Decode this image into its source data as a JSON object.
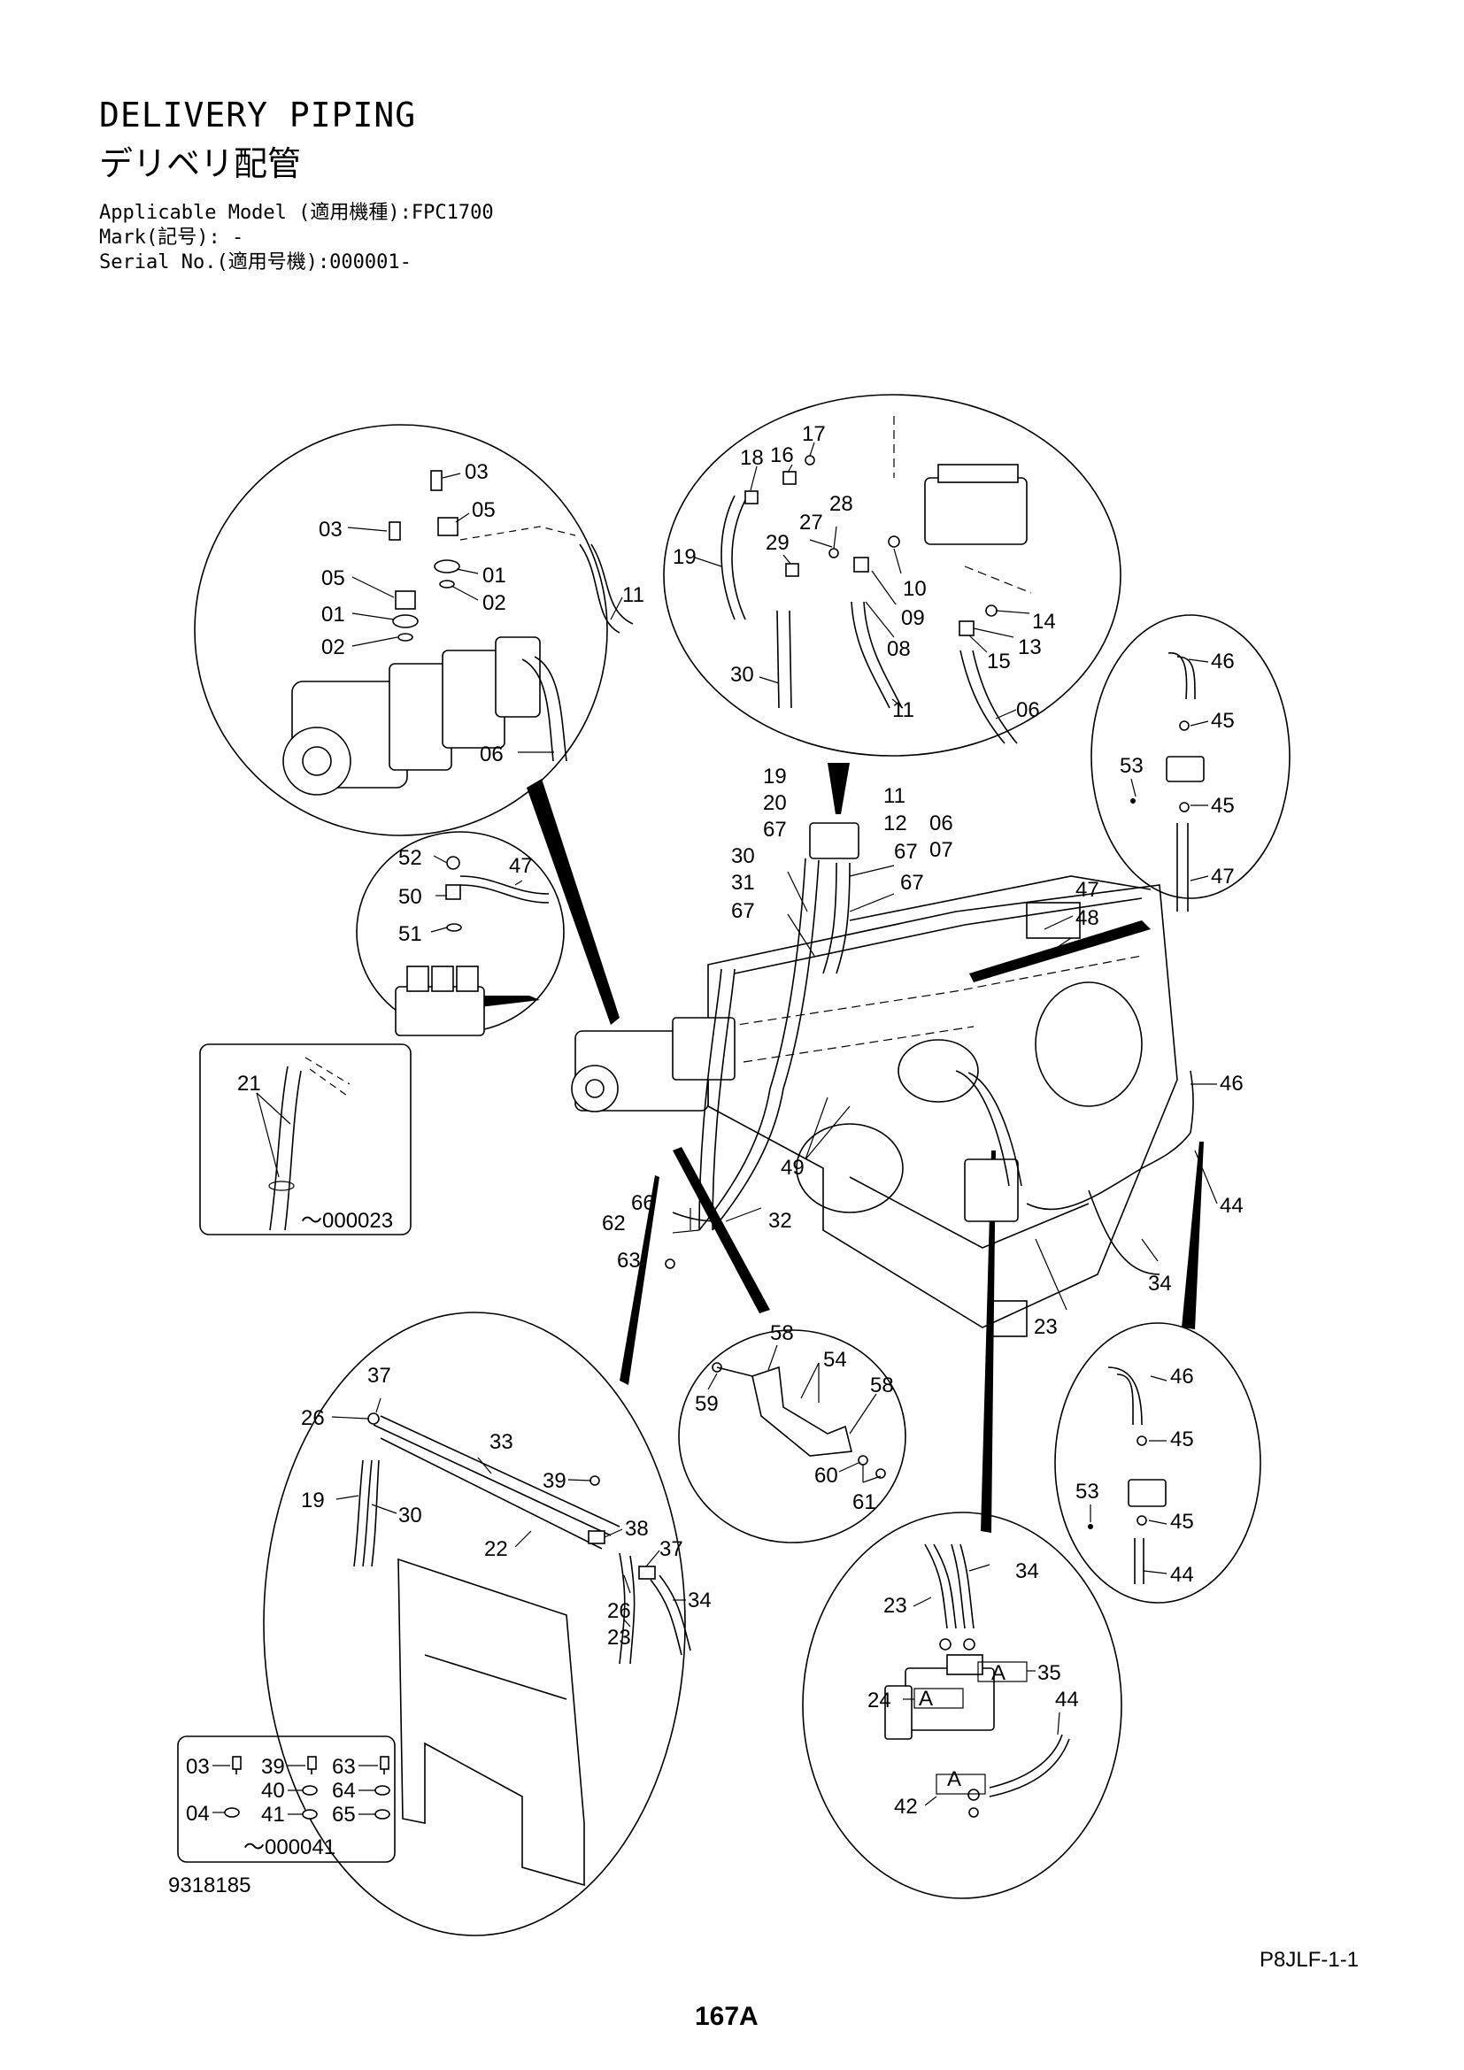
{
  "header": {
    "title_en": "DELIVERY PIPING",
    "title_jp": "デリベリ配管",
    "applicable_model": "Applicable Model (適用機種):FPC1700",
    "mark": "Mark(記号): -",
    "serial": "Serial No.(適用号機):000001-"
  },
  "footer": {
    "doc_number": "9318185",
    "page_code": "P8JLF-1-1",
    "page_number": "167A"
  },
  "callouts": {
    "c01a": "01",
    "c01b": "01",
    "c02a": "02",
    "c02b": "02",
    "c03a": "03",
    "c03b": "03",
    "c05a": "05",
    "c05b": "05",
    "c06a": "06",
    "c11a": "11",
    "c17": "17",
    "c16": "16",
    "c18": "18",
    "c28": "28",
    "c27": "27",
    "c29": "29",
    "c19a": "19",
    "c10": "10",
    "c09": "09",
    "c08": "08",
    "c14": "14",
    "c13": "13",
    "c15": "15",
    "c30a": "30",
    "c11b": "11",
    "c06b": "06",
    "c46a": "46",
    "c45a": "45",
    "c53a": "53",
    "c45b": "45",
    "c47a": "47",
    "c52": "52",
    "c47b": "47",
    "c50": "50",
    "c51": "51",
    "c21": "21",
    "range1": "～000023",
    "m19": "19",
    "m20": "20",
    "m67a": "67",
    "m30": "30",
    "m31": "31",
    "m67b": "67",
    "m11": "11",
    "m12": "12",
    "m06": "06",
    "m07": "07",
    "m67c": "67",
    "m67d": "67",
    "m47": "47",
    "m48": "48",
    "m46": "46",
    "m44": "44",
    "m49": "49",
    "m66": "66",
    "m62": "62",
    "m32": "32",
    "m63": "63",
    "m34": "34",
    "m23": "23",
    "c58a": "58",
    "c54": "54",
    "c59": "59",
    "c58b": "58",
    "c60": "60",
    "c61": "61",
    "c37a": "37",
    "c26a": "26",
    "c33": "33",
    "c19b": "19",
    "c30b": "30",
    "c39": "39",
    "c22": "22",
    "c38": "38",
    "c37b": "37",
    "c26b": "26",
    "c34a": "34",
    "c23a": "23",
    "c46b": "46",
    "c45c": "45",
    "c53b": "53",
    "c45d": "45",
    "c44a": "44",
    "c34b": "34",
    "c23b": "23",
    "c35": "35",
    "c24": "24",
    "cA1": "A",
    "cA2": "A",
    "cA3": "A",
    "c44b": "44",
    "c42": "42",
    "k03": "03",
    "k39": "39",
    "k63": "63",
    "k40": "40",
    "k64": "64",
    "k04": "04",
    "k41": "41",
    "k65": "65",
    "range2": "～000041"
  }
}
